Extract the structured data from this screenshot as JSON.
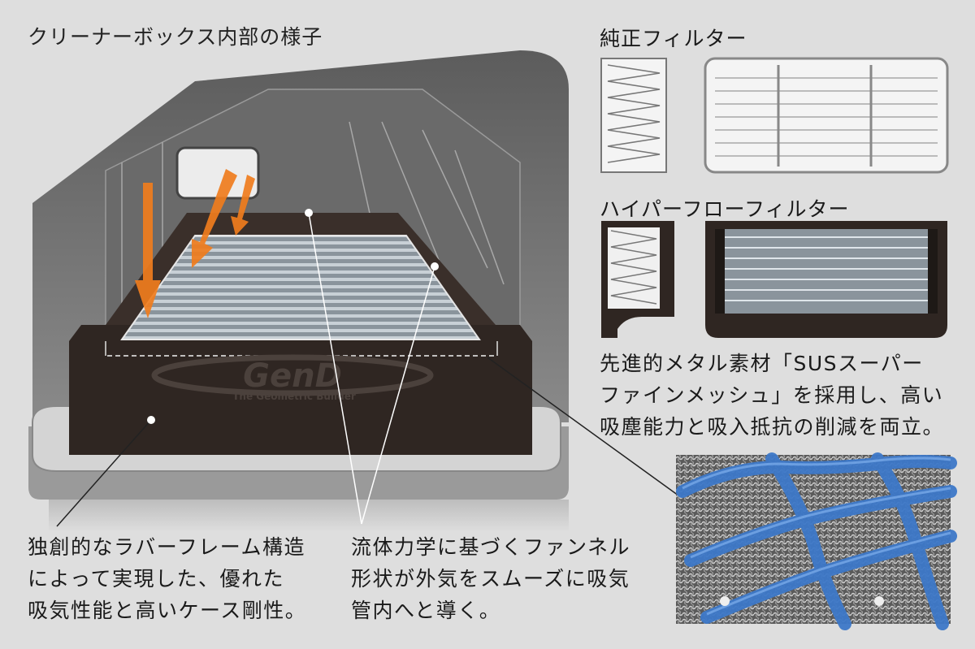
{
  "main_title": "クリーナーボックス内部の様子",
  "genuine_filter": {
    "title": "純正フィルター"
  },
  "hyper_filter": {
    "title": "ハイパーフローフィルター"
  },
  "sus_description": {
    "lines": [
      "先進的メタル素材「SUSスーパー",
      "ファインメッシュ」を採用し、高い",
      "吸塵能力と吸入抵抗の削減を両立。"
    ]
  },
  "rubber_frame_description": {
    "lines": [
      "独創的なラバーフレーム構造",
      "によって実現した、優れた",
      "吸気性能と高いケース剛性。"
    ]
  },
  "funnel_description": {
    "lines": [
      "流体力学に基づくファンネル",
      "形状が外気をスムーズに吸気",
      "管内へと導く。"
    ]
  },
  "logo": {
    "text": "GenD",
    "tagline": "The Geometric Builder"
  },
  "colors": {
    "background": "#dedede",
    "housing": "#6e6e6e",
    "frame": "#3a2f2a",
    "airflow_arrow": "#f07d1e",
    "mesh_wire": "#3d78c8"
  },
  "icons": [
    "airflow-arrow-icon",
    "callout-dot-icon"
  ]
}
